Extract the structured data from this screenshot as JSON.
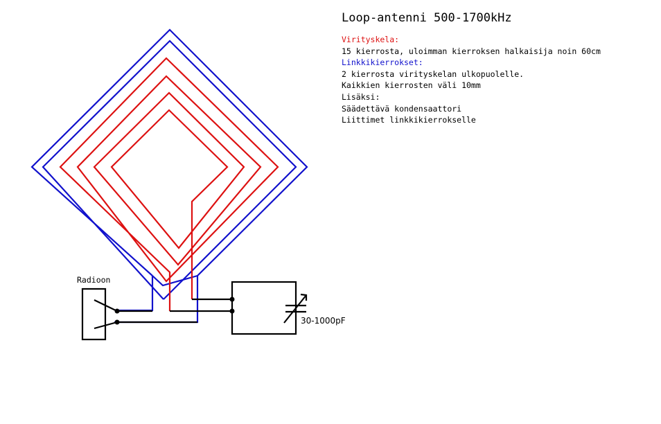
{
  "title": "Loop-antenni 500-1700kHz",
  "description": {
    "tuning_heading": "Virityskela:",
    "tuning_text": "15 kierrosta, uloimman kierroksen halkaisija noin 60cm",
    "link_heading": "Linkkikierrokset:",
    "link_text": "2 kierrosta virityskelan ulkopuolelle.",
    "spacing_text": "Kaikkien kierrosten väli 10mm",
    "extras_heading": "Lisäksi:",
    "extras_capacitor": "Säädettävä kondensaattori",
    "extras_connectors": "Liittimet linkkikierrokselle"
  },
  "labels": {
    "radio": "Radioon",
    "capacitor_value": "30-1000pF"
  },
  "colors": {
    "tuning_coil": "#dd1111",
    "link_coil": "#1111cc",
    "wiring": "#000000"
  }
}
